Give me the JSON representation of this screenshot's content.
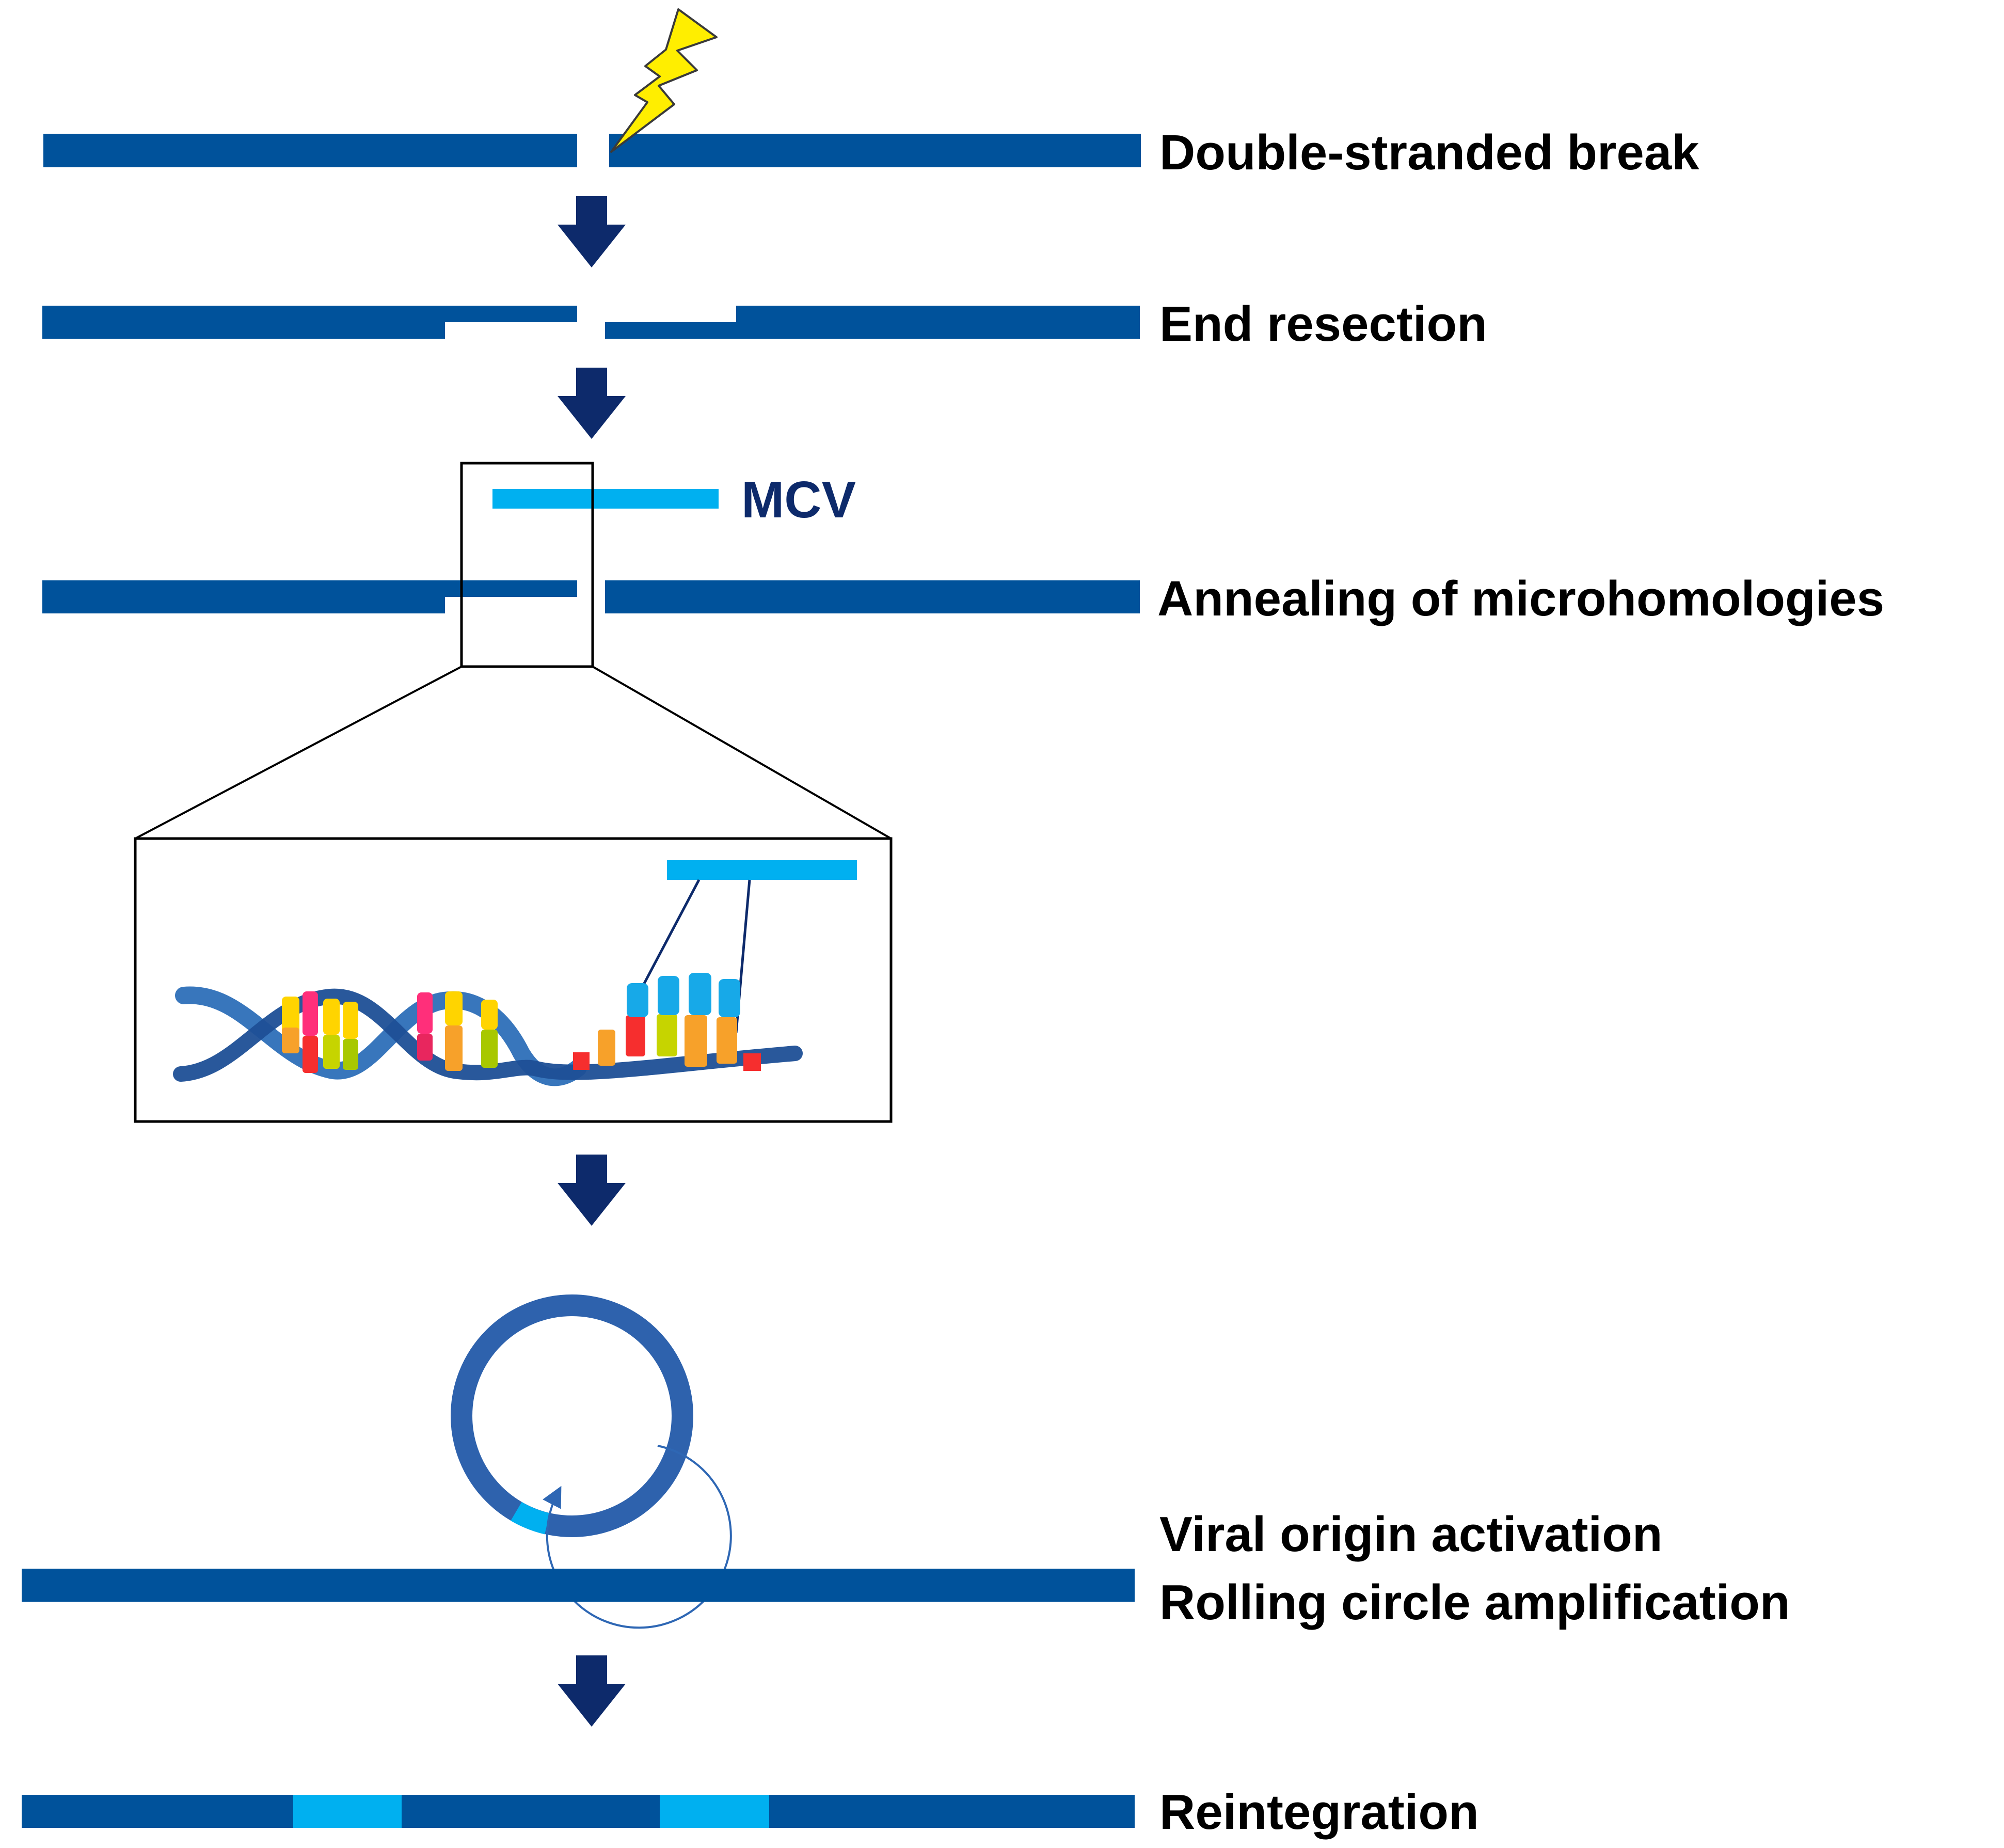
{
  "colors": {
    "host_dna": "#00529b",
    "viral_dna": "#00b0f0",
    "arrow": "#0d2a6b",
    "lightning": "#ffee00",
    "mcv_text": "#0d2a6b"
  },
  "labels": {
    "step1": "Double-stranded  break",
    "step2": "End resection",
    "mcv": "MCV",
    "step3": "Annealing of microhomologies",
    "step4_line1": "Viral origin activation",
    "step4_line2": "Rolling circle amplification",
    "step5": "Reintegration"
  },
  "icons": {
    "break": "lightning-icon",
    "flow": "down-arrow-icon",
    "annealing_detail": "dna-helix-icon",
    "replication": "circular-genome-icon"
  }
}
